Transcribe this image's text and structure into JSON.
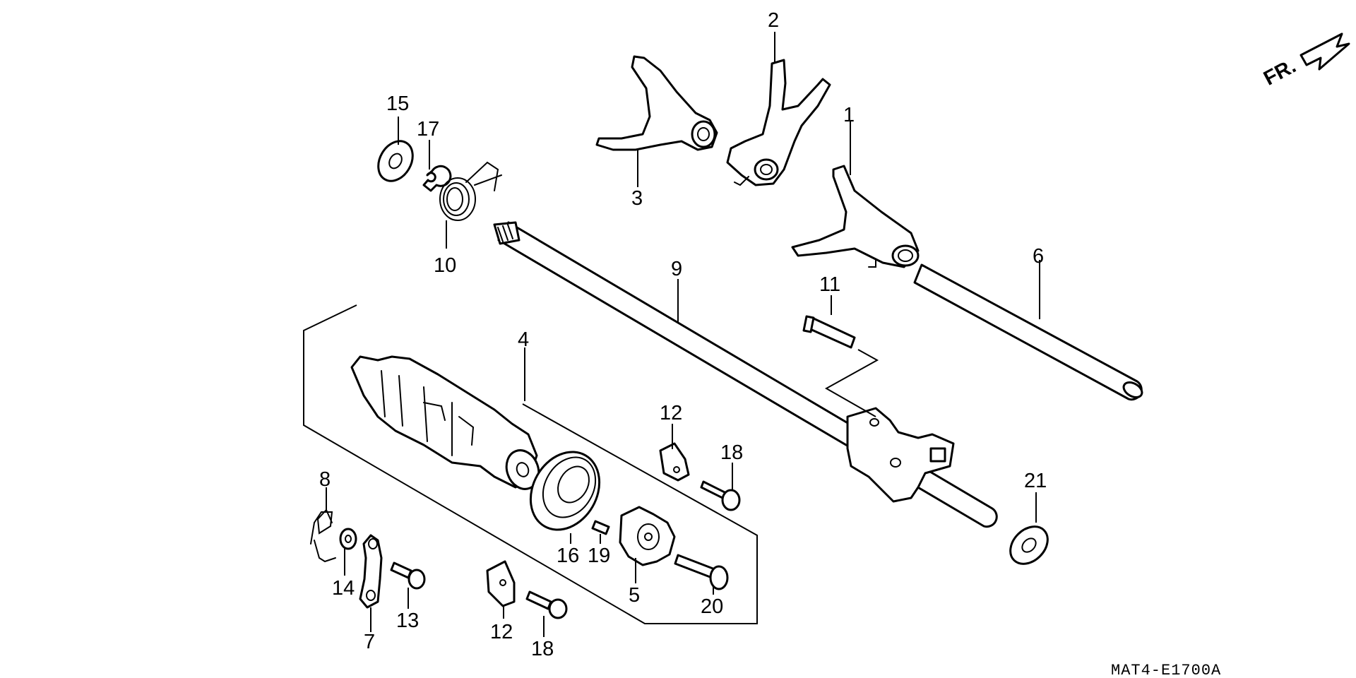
{
  "labels": {
    "p1": "1",
    "p2": "2",
    "p3": "3",
    "p4": "4",
    "p5": "5",
    "p6": "6",
    "p7": "7",
    "p8": "8",
    "p9": "9",
    "p10": "10",
    "p11": "11",
    "p12a": "12",
    "p12b": "12",
    "p13": "13",
    "p14": "14",
    "p15": "15",
    "p16": "16",
    "p17": "17",
    "p18a": "18",
    "p18b": "18",
    "p19": "19",
    "p20": "20",
    "p21": "21"
  },
  "front_indicator": "FR.",
  "diagram_code": "MAT4-E1700A"
}
